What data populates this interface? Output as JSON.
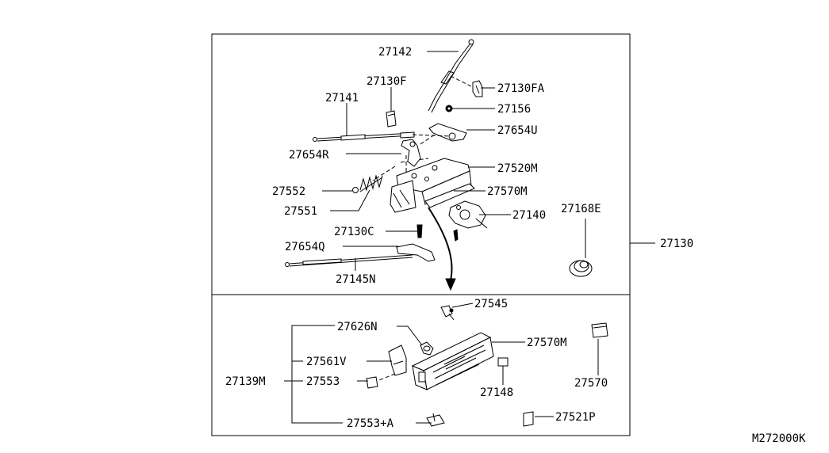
{
  "diagram_id": "M272000K",
  "assembly": "27130",
  "upper_parts": {
    "p27142": "27142",
    "p27130FA": "27130FA",
    "p27130F": "27130F",
    "p27141": "27141",
    "p27156": "27156",
    "p27654U": "27654U",
    "p27654R": "27654R",
    "p27520M": "27520M",
    "p27552": "27552",
    "p27570M": "27570M",
    "p27551": "27551",
    "p27140": "27140",
    "p27168E": "27168E",
    "p27130C": "27130C",
    "p27654Q": "27654Q",
    "p27145N": "27145N"
  },
  "lower_parts": {
    "p27545": "27545",
    "p27626N": "27626N",
    "p27570M": "27570M",
    "p27561V": "27561V",
    "p27139M": "27139M",
    "p27553": "27553",
    "p27148": "27148",
    "p27570": "27570",
    "p27553A": "27553+A",
    "p27521P": "27521P"
  }
}
